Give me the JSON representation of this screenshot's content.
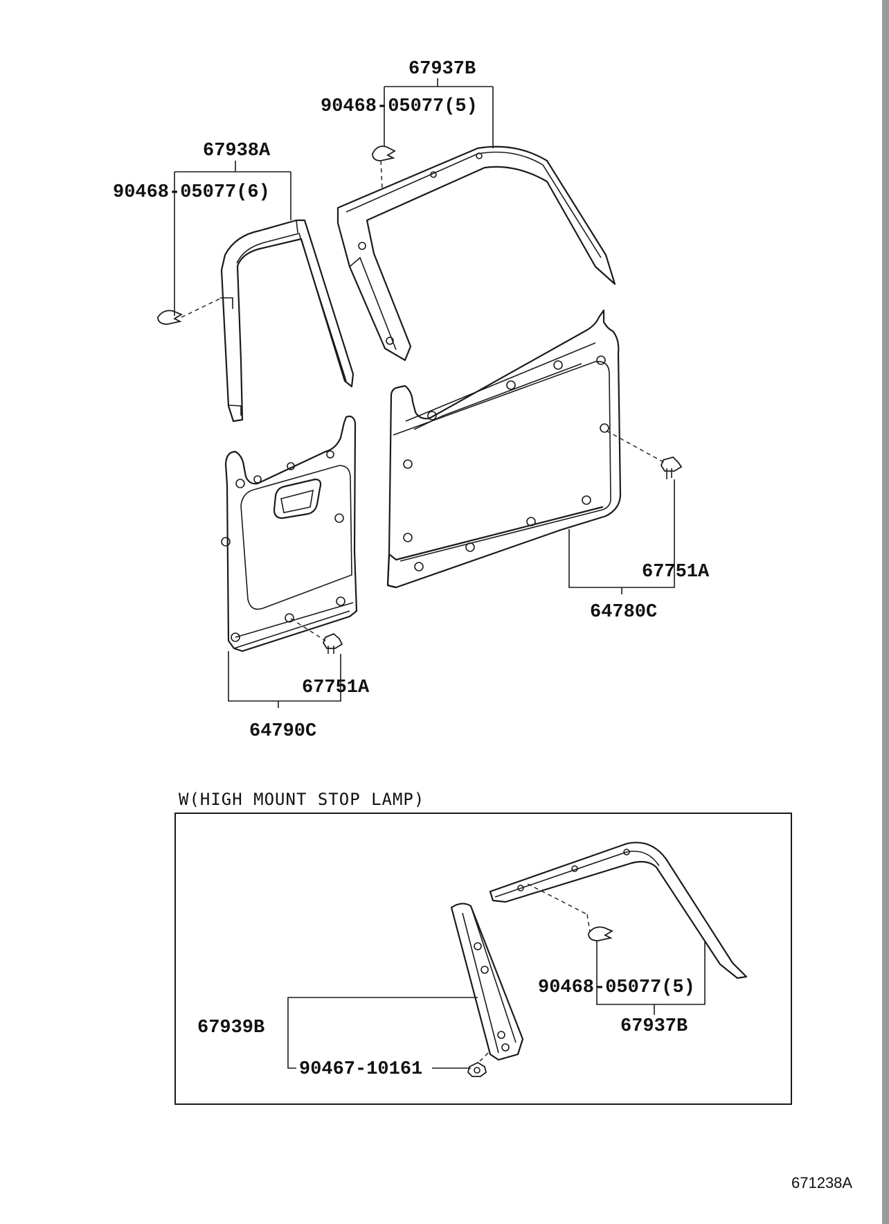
{
  "labels": {
    "l1": "67937B",
    "l2": "90468-05077(5)",
    "l3": "67938A",
    "l4": "90468-05077(6)",
    "l5": "67751A",
    "l6": "64780C",
    "l7": "67751A",
    "l8": "64790C",
    "l9": "90468-05077(5)",
    "l10": "67937B",
    "l11": "67939B",
    "l12": "90467-10161"
  },
  "inset_caption": "W(HIGH MOUNT STOP LAMP)",
  "figure_id": "671238A"
}
